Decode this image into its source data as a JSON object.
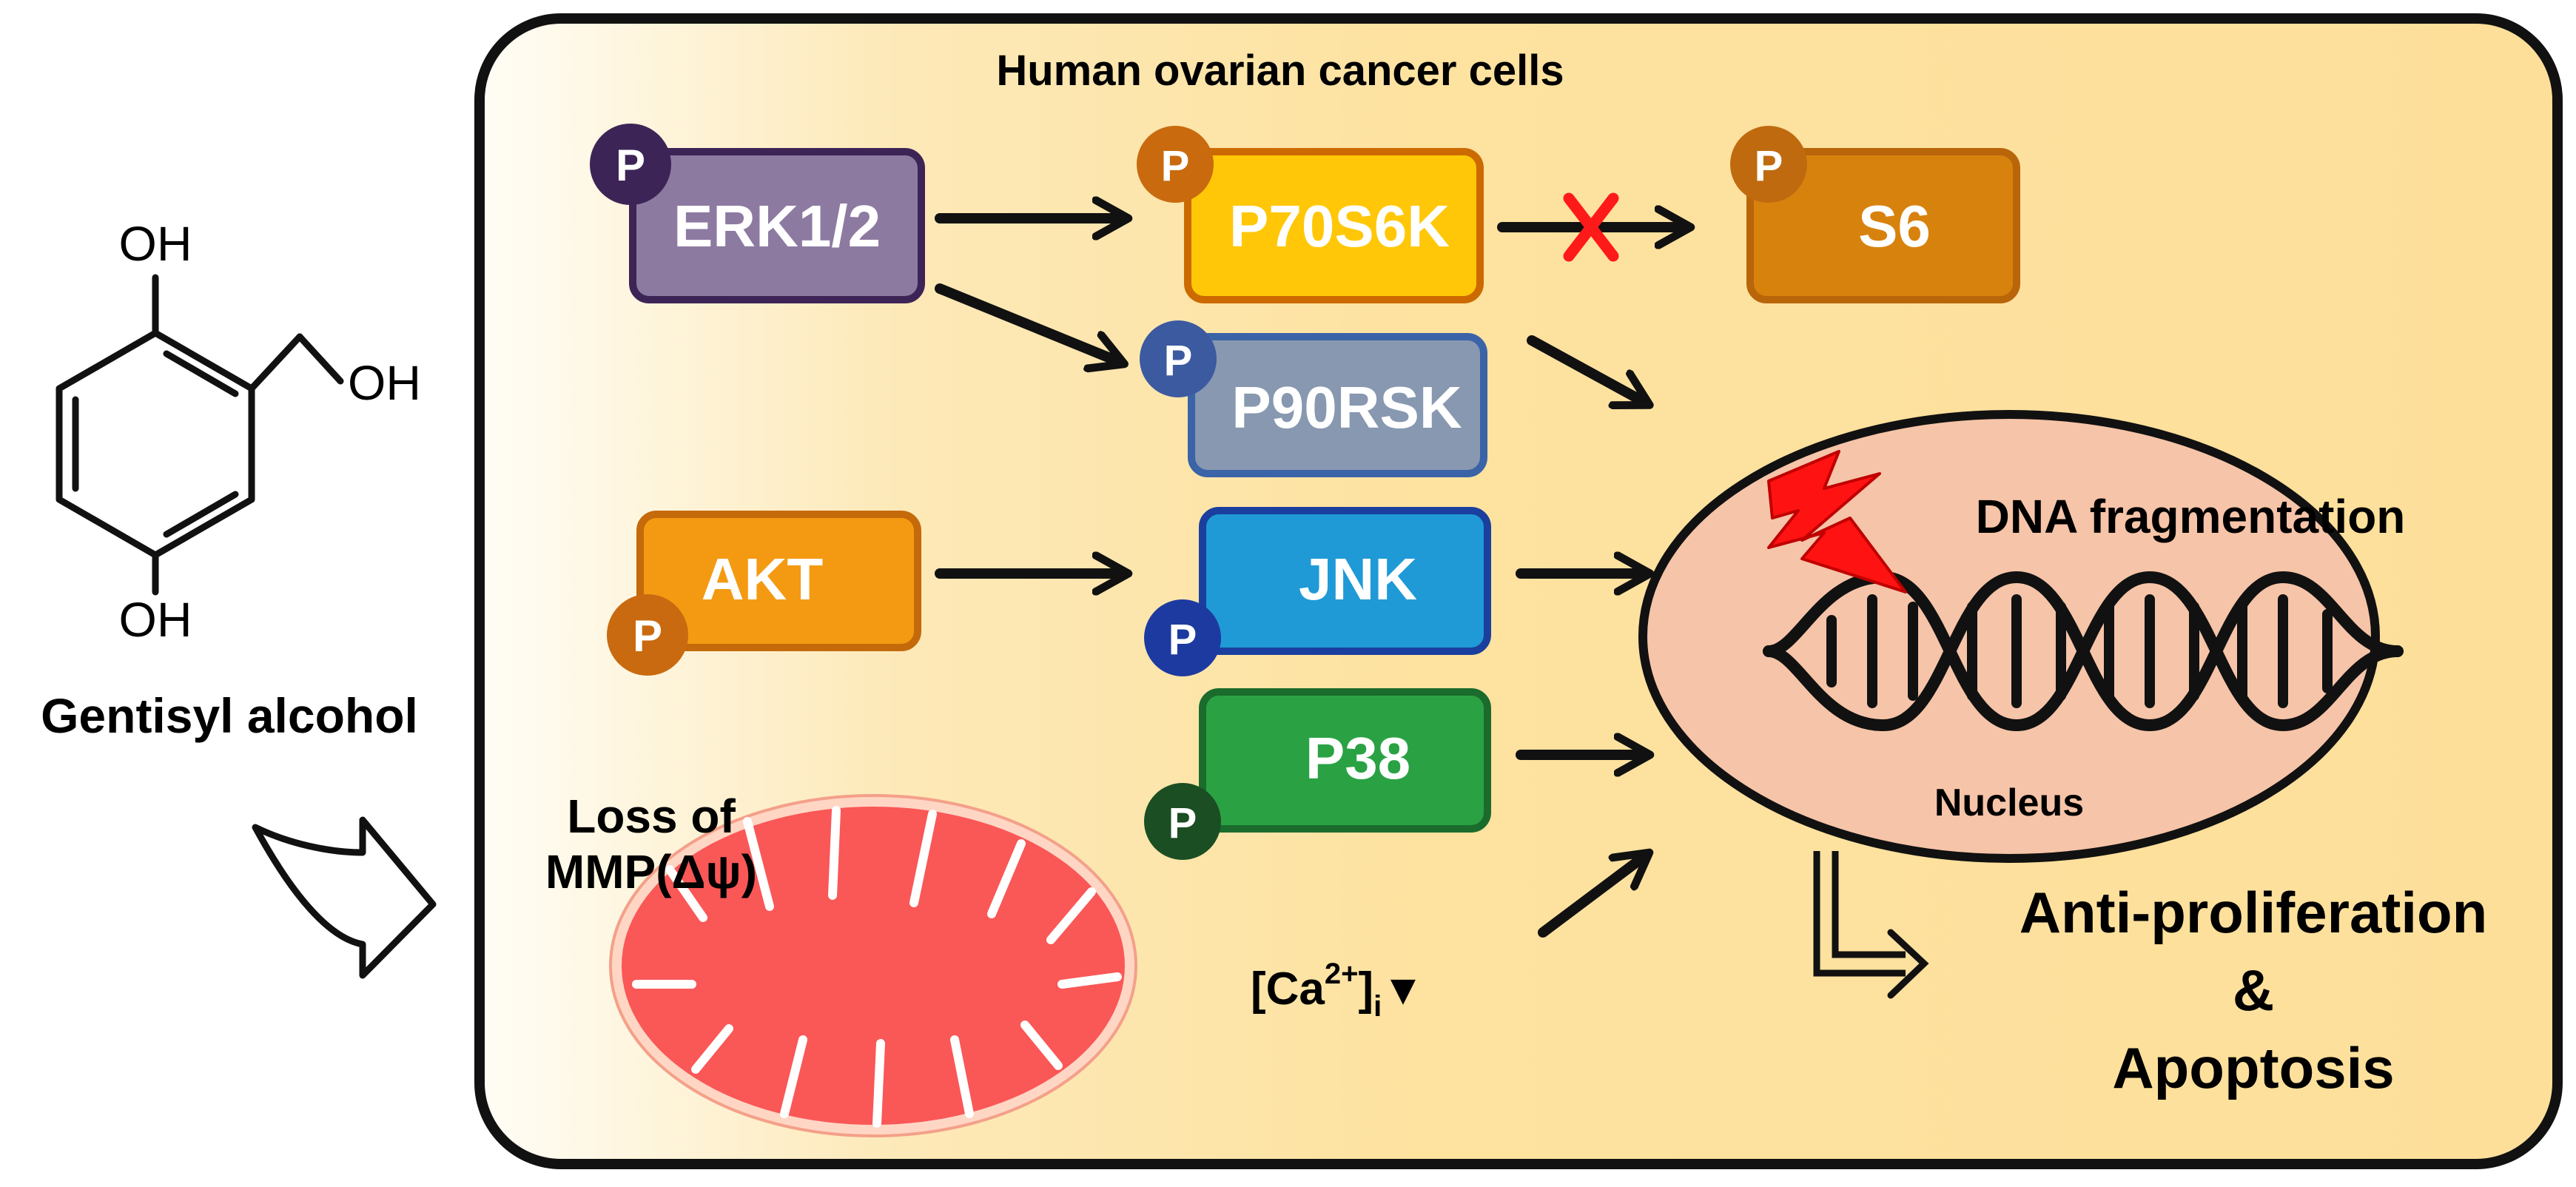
{
  "compound": {
    "name": "Gentisyl alcohol",
    "oh_top": "OH",
    "oh_side": "OH",
    "oh_bottom": "OH"
  },
  "cell": {
    "title": "Human ovarian cancer cells"
  },
  "phospho_label": "P",
  "proteins": {
    "erk": "ERK1/2",
    "p70s6k": "P70S6K",
    "s6": "S6",
    "p90rsk": "P90RSK",
    "akt": "AKT",
    "jnk": "JNK",
    "p38": "P38"
  },
  "mitochondria": {
    "line1": "Loss of",
    "line2": "MMP(Δψ)"
  },
  "calcium": {
    "base": "[Ca",
    "sup": "2+",
    "close": "]",
    "sub": "i",
    "arrow": "▼"
  },
  "nucleus": {
    "label": "Nucleus",
    "dna_text": "DNA fragmentation"
  },
  "outcome": {
    "line1": "Anti-proliferation",
    "line2": "&",
    "line3": "Apoptosis"
  },
  "colors": {
    "erk_fill": "#8d7aa1",
    "erk_border": "#3d2456",
    "erk_p": "#3d2456",
    "p70_fill": "#ffc708",
    "p70_border": "#cc6a00",
    "p70_p": "#c96a0e",
    "s6_fill": "#d8820e",
    "s6_border": "#b9650a",
    "s6_p": "#c06a10",
    "p90_fill": "#8798b0",
    "p90_border": "#3b63a8",
    "p90_p": "#3b5aa0",
    "akt_fill": "#f49a12",
    "akt_border": "#c46a0a",
    "akt_p": "#c96a10",
    "jnk_fill": "#1f9ad6",
    "jnk_border": "#1a3f9e",
    "jnk_p": "#1d3aa0",
    "p38_fill": "#2aa244",
    "p38_border": "#1a6b2c",
    "p38_p": "#1b4e23",
    "nucleus_fill": "#f6c4a8",
    "mito_fill": "#fa5757",
    "inhibit_x": "#ff1a1a",
    "lightning": "#ff1212",
    "cell_bg_light": "#fffaf0",
    "cell_bg": "#fde4a2"
  }
}
